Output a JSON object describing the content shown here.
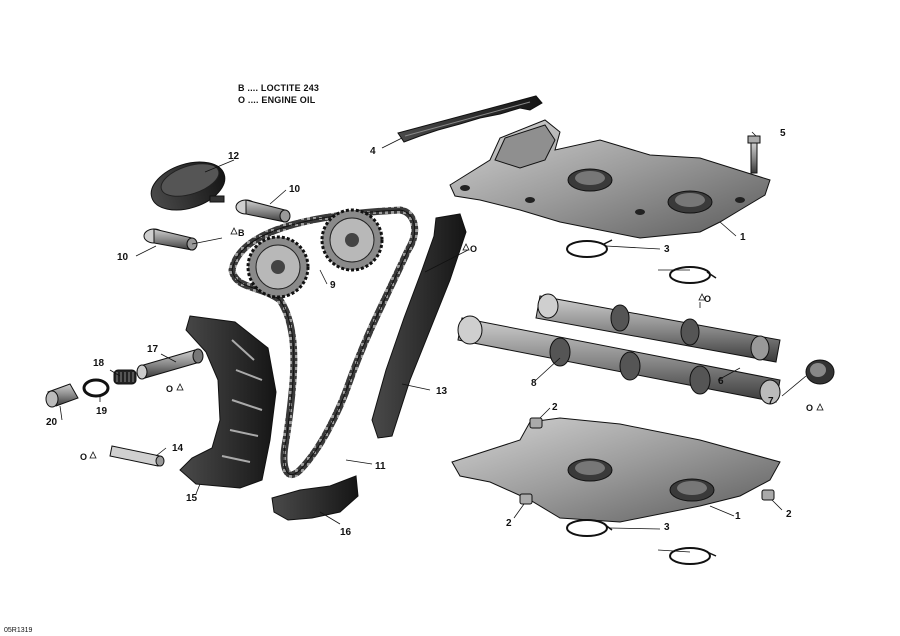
{
  "legend": {
    "line_b": "B .... LOCTITE 243",
    "line_o": "O .... ENGINE OIL"
  },
  "diagram_code": "05R1319",
  "callouts": {
    "c1a": "1",
    "c1b": "1",
    "c2a": "2",
    "c2b": "2",
    "c2c": "2",
    "c3a": "3",
    "c3b": "3",
    "c4": "4",
    "c5": "5",
    "c6": "6",
    "c7": "7",
    "c8": "8",
    "c9": "9",
    "c10a": "10",
    "c10b": "10",
    "c11": "11",
    "c12": "12",
    "c13": "13",
    "c14": "14",
    "c15": "15",
    "c16": "16",
    "c17": "17",
    "c18": "18",
    "c19": "19",
    "c20": "20"
  },
  "symbols": {
    "oil_13": "O",
    "oil_camshaft": "O",
    "oil_7": "O",
    "oil_17": "O",
    "oil_14": "O",
    "loctite_10": "B"
  },
  "colors": {
    "part_dark": "#2b2b2b",
    "part_mid": "#6e6e6e",
    "part_light": "#b5b5b5",
    "line": "#111111"
  }
}
